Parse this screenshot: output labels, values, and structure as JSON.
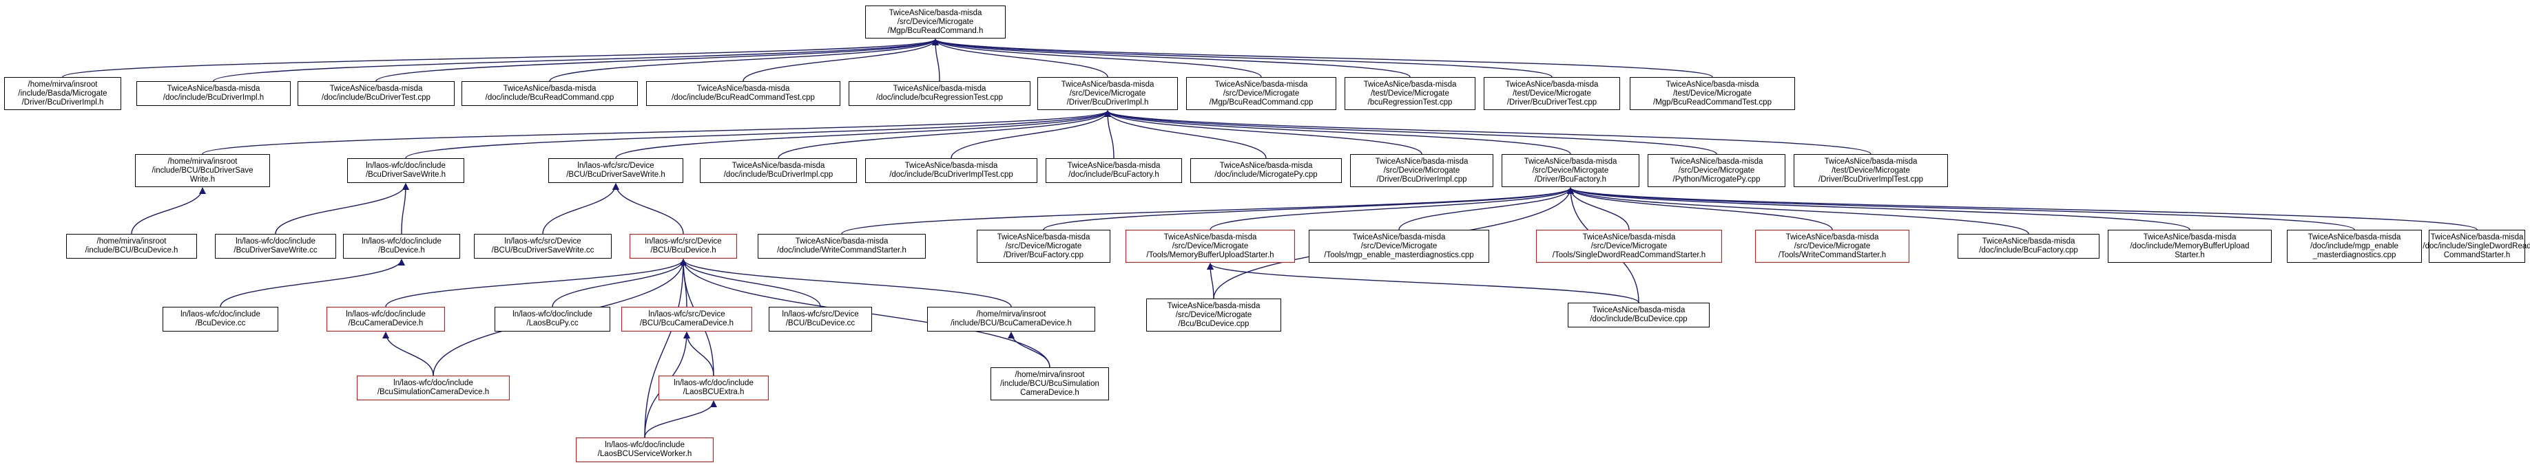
{
  "colors": {
    "edge": "#191970",
    "border": "#000000",
    "incomplete_border": "#ff0000",
    "root_fill": "#bfbfbf"
  },
  "nodes": {
    "root": {
      "lines": [
        "TwiceAsNice/basda-misda",
        "/src/Device/Microgate",
        "/Mgp/BcuReadCommand.h"
      ],
      "style": "root"
    },
    "n1": {
      "lines": [
        "/home/mirva/insroot",
        "/include/Basda/Microgate",
        "/Driver/BcuDriverImpl.h"
      ],
      "style": "normal"
    },
    "n2": {
      "lines": [
        "TwiceAsNice/basda-misda",
        "/doc/include/BcuDriverImpl.h"
      ],
      "style": "normal"
    },
    "n3": {
      "lines": [
        "TwiceAsNice/basda-misda",
        "/doc/include/BcuDriverTest.cpp"
      ],
      "style": "normal"
    },
    "n4": {
      "lines": [
        "TwiceAsNice/basda-misda",
        "/doc/include/BcuReadCommand.cpp"
      ],
      "style": "normal"
    },
    "n5": {
      "lines": [
        "TwiceAsNice/basda-misda",
        "/doc/include/BcuReadCommandTest.cpp"
      ],
      "style": "normal"
    },
    "n6": {
      "lines": [
        "TwiceAsNice/basda-misda",
        "/doc/include/bcuRegressionTest.cpp"
      ],
      "style": "normal"
    },
    "n7": {
      "lines": [
        "TwiceAsNice/basda-misda",
        "/src/Device/Microgate",
        "/Driver/BcuDriverImpl.h"
      ],
      "style": "normal"
    },
    "n8": {
      "lines": [
        "TwiceAsNice/basda-misda",
        "/src/Device/Microgate",
        "/Mgp/BcuReadCommand.cpp"
      ],
      "style": "normal"
    },
    "n9": {
      "lines": [
        "TwiceAsNice/basda-misda",
        "/test/Device/Microgate",
        "/bcuRegressionTest.cpp"
      ],
      "style": "normal"
    },
    "n10": {
      "lines": [
        "TwiceAsNice/basda-misda",
        "/test/Device/Microgate",
        "/Driver/BcuDriverTest.cpp"
      ],
      "style": "normal"
    },
    "n11": {
      "lines": [
        "TwiceAsNice/basda-misda",
        "/test/Device/Microgate",
        "/Mgp/BcuReadCommandTest.cpp"
      ],
      "style": "normal"
    },
    "m1": {
      "lines": [
        "/home/mirva/insroot",
        "/include/BCU/BcuDriverSave",
        "Write.h"
      ],
      "style": "normal"
    },
    "m2": {
      "lines": [
        "ln/laos-wfc/doc/include",
        "/BcuDriverSaveWrite.h"
      ],
      "style": "normal"
    },
    "m3": {
      "lines": [
        "ln/laos-wfc/src/Device",
        "/BCU/BcuDriverSaveWrite.h"
      ],
      "style": "normal"
    },
    "m4": {
      "lines": [
        "TwiceAsNice/basda-misda",
        "/doc/include/BcuDriverImpl.cpp"
      ],
      "style": "normal"
    },
    "m5": {
      "lines": [
        "TwiceAsNice/basda-misda",
        "/doc/include/BcuDriverImplTest.cpp"
      ],
      "style": "normal"
    },
    "m6": {
      "lines": [
        "TwiceAsNice/basda-misda",
        "/doc/include/BcuFactory.h"
      ],
      "style": "normal"
    },
    "m7": {
      "lines": [
        "TwiceAsNice/basda-misda",
        "/doc/include/MicrogatePy.cpp"
      ],
      "style": "normal"
    },
    "m8": {
      "lines": [
        "TwiceAsNice/basda-misda",
        "/src/Device/Microgate",
        "/Driver/BcuDriverImpl.cpp"
      ],
      "style": "normal"
    },
    "m9": {
      "lines": [
        "TwiceAsNice/basda-misda",
        "/src/Device/Microgate",
        "/Driver/BcuFactory.h"
      ],
      "style": "normal"
    },
    "m10": {
      "lines": [
        "TwiceAsNice/basda-misda",
        "/src/Device/Microgate",
        "/Python/MicrogatePy.cpp"
      ],
      "style": "normal"
    },
    "m11": {
      "lines": [
        "TwiceAsNice/basda-misda",
        "/test/Device/Microgate",
        "/Driver/BcuDriverImplTest.cpp"
      ],
      "style": "normal"
    },
    "r1": {
      "lines": [
        "/home/mirva/insroot",
        "/include/BCU/BcuDevice.h"
      ],
      "style": "normal"
    },
    "r2": {
      "lines": [
        "ln/laos-wfc/doc/include",
        "/BcuDriverSaveWrite.cc"
      ],
      "style": "normal"
    },
    "r3": {
      "lines": [
        "ln/laos-wfc/doc/include",
        "/BcuDevice.h"
      ],
      "style": "normal"
    },
    "r4": {
      "lines": [
        "ln/laos-wfc/src/Device",
        "/BCU/BcuDriverSaveWrite.cc"
      ],
      "style": "normal"
    },
    "r5": {
      "lines": [
        "ln/laos-wfc/src/Device",
        "/BCU/BcuDevice.h"
      ],
      "style": "red"
    },
    "r6": {
      "lines": [
        "TwiceAsNice/basda-misda",
        "/doc/include/WriteCommandStarter.h"
      ],
      "style": "normal"
    },
    "r7": {
      "lines": [
        "TwiceAsNice/basda-misda",
        "/src/Device/Microgate",
        "/Driver/BcuFactory.cpp"
      ],
      "style": "normal"
    },
    "r8": {
      "lines": [
        "TwiceAsNice/basda-misda",
        "/src/Device/Microgate",
        "/Tools/MemoryBufferUploadStarter.h"
      ],
      "style": "red"
    },
    "r9": {
      "lines": [
        "TwiceAsNice/basda-misda",
        "/src/Device/Microgate",
        "/Tools/mgp_enable_masterdiagnostics.cpp"
      ],
      "style": "normal"
    },
    "r10": {
      "lines": [
        "TwiceAsNice/basda-misda",
        "/src/Device/Microgate",
        "/Tools/SingleDwordReadCommandStarter.h"
      ],
      "style": "red"
    },
    "r11": {
      "lines": [
        "TwiceAsNice/basda-misda",
        "/src/Device/Microgate",
        "/Tools/WriteCommandStarter.h"
      ],
      "style": "red"
    },
    "r12": {
      "lines": [
        "TwiceAsNice/basda-misda",
        "/doc/include/BcuFactory.cpp"
      ],
      "style": "normal"
    },
    "r13": {
      "lines": [
        "TwiceAsNice/basda-misda",
        "/doc/include/MemoryBufferUpload",
        "Starter.h"
      ],
      "style": "normal"
    },
    "r14": {
      "lines": [
        "TwiceAsNice/basda-misda",
        "/doc/include/mgp_enable",
        "_masterdiagnostics.cpp"
      ],
      "style": "normal"
    },
    "r15": {
      "lines": [
        "TwiceAsNice/basda-misda",
        "/doc/include/SingleDwordRead",
        "CommandStarter.h"
      ],
      "style": "normal"
    },
    "s1": {
      "lines": [
        "ln/laos-wfc/doc/include",
        "/BcuDevice.cc"
      ],
      "style": "normal"
    },
    "s2": {
      "lines": [
        "ln/laos-wfc/doc/include",
        "/BcuCameraDevice.h"
      ],
      "style": "red"
    },
    "s3": {
      "lines": [
        "ln/laos-wfc/doc/include",
        "/LaosBcuPy.cc"
      ],
      "style": "normal"
    },
    "s4": {
      "lines": [
        "ln/laos-wfc/src/Device",
        "/BCU/BcuCameraDevice.h"
      ],
      "style": "red"
    },
    "s5": {
      "lines": [
        "ln/laos-wfc/src/Device",
        "/BCU/BcuDevice.cc"
      ],
      "style": "normal"
    },
    "s6": {
      "lines": [
        "/home/mirva/insroot",
        "/include/BCU/BcuCameraDevice.h"
      ],
      "style": "normal"
    },
    "s7": {
      "lines": [
        "TwiceAsNice/basda-misda",
        "/src/Device/Microgate",
        "/Bcu/BcuDevice.cpp"
      ],
      "style": "normal"
    },
    "s8": {
      "lines": [
        "TwiceAsNice/basda-misda",
        "/doc/include/BcuDevice.cpp"
      ],
      "style": "normal"
    },
    "t1": {
      "lines": [
        "ln/laos-wfc/doc/include",
        "/BcuSimulationCameraDevice.h"
      ],
      "style": "red"
    },
    "t2": {
      "lines": [
        "ln/laos-wfc/doc/include",
        "/LaosBCUExtra.h"
      ],
      "style": "red"
    },
    "t3": {
      "lines": [
        "/home/mirva/insroot",
        "/include/BCU/BcuSimulation",
        "CameraDevice.h"
      ],
      "style": "normal"
    },
    "u1": {
      "lines": [
        "ln/laos-wfc/doc/include",
        "/LaosBCUServiceWorker.h"
      ],
      "style": "red"
    }
  }
}
